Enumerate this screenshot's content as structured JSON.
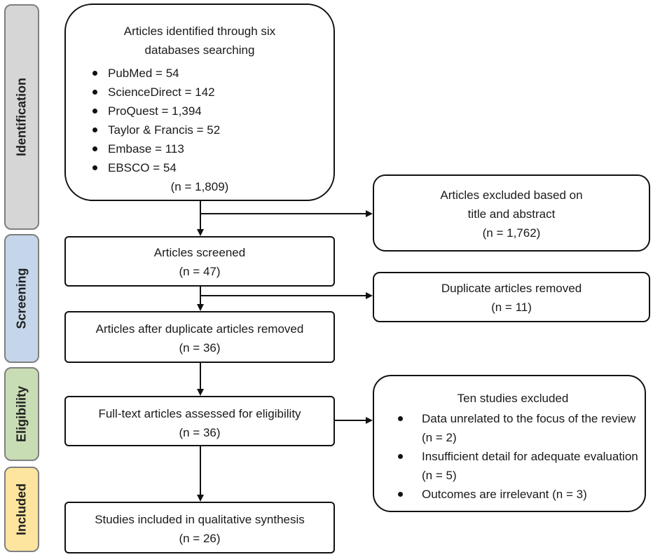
{
  "phases": {
    "identification": "Identification",
    "screening": "Screening",
    "eligibility": "Eligibility",
    "included": "Included"
  },
  "identified": {
    "title_line1": "Articles identified through six",
    "title_line2": "databases searching",
    "databases": [
      "PubMed = 54",
      "ScienceDirect = 142",
      "ProQuest = 1,394",
      "Taylor & Francis = 52",
      "Embase = 113",
      "EBSCO = 54"
    ],
    "total": "(n = 1,809)"
  },
  "excluded_title_abstract": {
    "line1": "Articles excluded based on",
    "line2": "title and abstract",
    "count": "(n = 1,762)"
  },
  "screened": {
    "label": "Articles screened",
    "count": "(n = 47)"
  },
  "duplicates_removed": {
    "label": "Duplicate articles removed",
    "count": "(n = 11)"
  },
  "after_duplicates": {
    "label": "Articles after duplicate articles removed",
    "count": "(n = 36)"
  },
  "fulltext": {
    "label": "Full-text articles assessed for eligibility",
    "count": "(n = 36)"
  },
  "ten_excluded": {
    "title": "Ten studies excluded",
    "reasons": [
      "Data unrelated to the focus of the review (n = 2)",
      "Insufficient detail for adequate evaluation (n = 5)",
      "Outcomes are irrelevant (n = 3)"
    ]
  },
  "included": {
    "label": "Studies included in qualitative synthesis",
    "count": "(n = 26)"
  },
  "colors": {
    "identification": "#d6d6d6",
    "screening": "#c5d6ea",
    "eligibility": "#c9ddb4",
    "included": "#fde5a0",
    "phase_border": "#7f7f7f",
    "stroke": "#111111"
  }
}
